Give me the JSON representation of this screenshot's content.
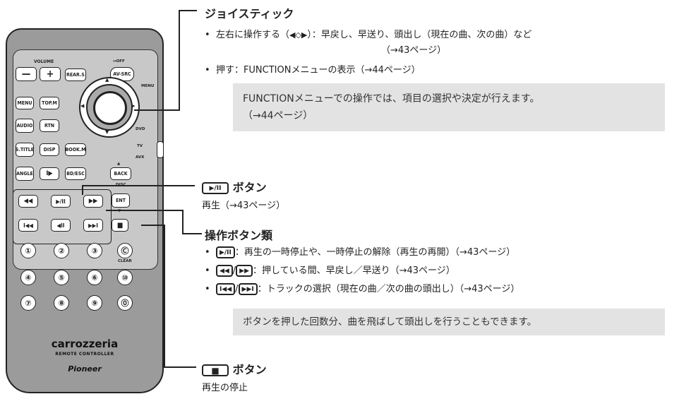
{
  "remote": {
    "labels": {
      "volume": "VOLUME",
      "off": "↔OFF",
      "rears": "REAR.S",
      "avsrc": "AV-SRC",
      "menu": "MENU",
      "topm": "TOP.M",
      "audio": "AUDIO",
      "rtn": "RTN",
      "stitle": "S.TITLE",
      "disp": "DISP",
      "bookm": "BOOK.M",
      "angle": "ANGLE",
      "bdesc": "BD/ESC",
      "back": "BACK",
      "disc": "DISC",
      "ent": "ENT",
      "dvd": "DVD",
      "tv": "TV",
      "avx": "AVX",
      "menu_side": "MENU",
      "clear": "CLEAR",
      "minus": "—",
      "plus": "+"
    },
    "numbers": [
      "①",
      "②",
      "③",
      "Ⓒ",
      "④",
      "⑤",
      "⑥",
      "⑩",
      "⑦",
      "⑧",
      "⑨",
      "⓪"
    ],
    "brand": "carrozzeria",
    "remote_controller": "REMOTE CONTROLLER",
    "maker": "Pioneer"
  },
  "joystick": {
    "title": "ジョイスティック",
    "bullet1_a": "左右に操作する（",
    "bullet1_b": "）：早戻し、早送り、頭出し（現在の曲、次の曲）など",
    "bullet1_c": "（→43ページ）",
    "bullet2": "押す：FUNCTIONメニューの表示（→44ページ）",
    "note_line1": "FUNCTIONメニューでの操作では、項目の選択や決定が行えます。",
    "note_line2": "（→44ページ）"
  },
  "play": {
    "key": "▶/II",
    "title": "ボタン",
    "desc": "再生（→43ページ）"
  },
  "ops": {
    "title": "操作ボタン類",
    "b1_key": "▶/II",
    "b1_text": "：再生の一時停止や、一時停止の解除（再生の再開）（→43ページ）",
    "b2_key1": "◀◀",
    "b2_key2": "▶▶",
    "b2_text": "：押している間、早戻し／早送り（→43ページ）",
    "b3_key1": "I◀◀",
    "b3_key2": "▶▶I",
    "b3_text": "：トラックの選択（現在の曲／次の曲の頭出し）（→43ページ）",
    "slash": "/",
    "note": "ボタンを押した回数分、曲を飛ばして頭出しを行うこともできます。"
  },
  "stop": {
    "key": "■",
    "title": "ボタン",
    "desc": "再生の停止"
  }
}
